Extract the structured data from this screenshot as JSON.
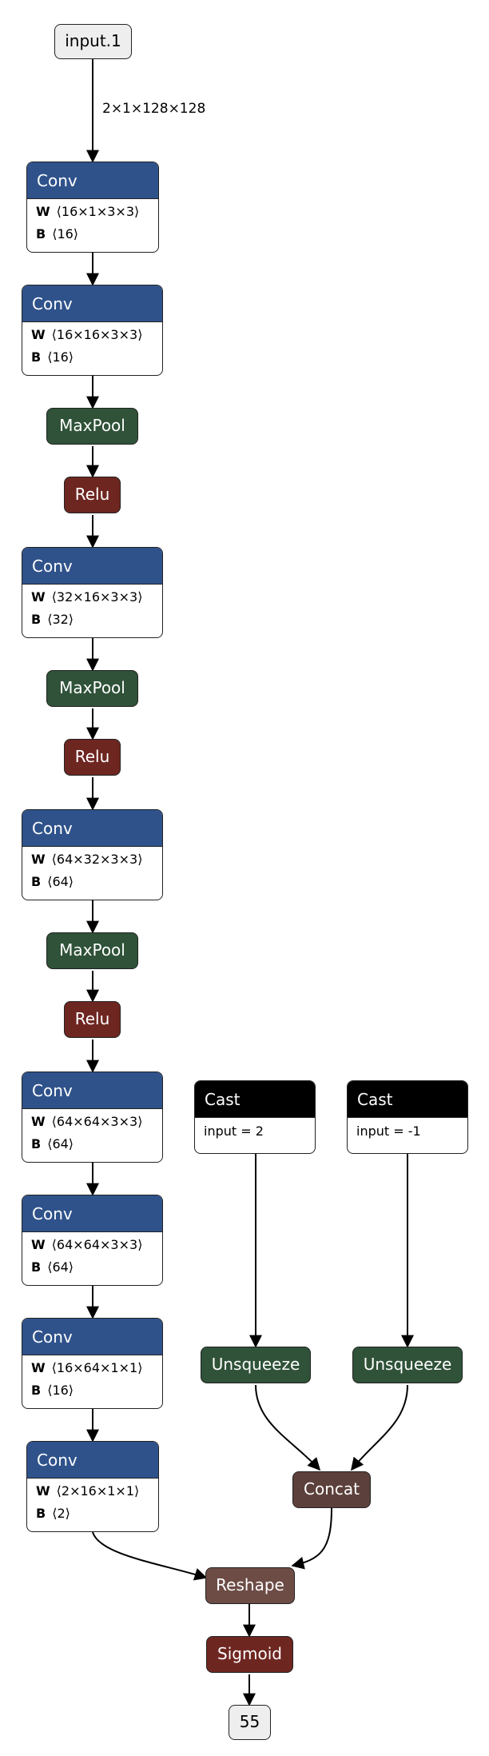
{
  "graph": {
    "input": "input.1",
    "input_shape": "2×1×128×128",
    "output": "55",
    "convs": [
      {
        "label": "Conv",
        "w": "⟨16×1×3×3⟩",
        "b": "⟨16⟩"
      },
      {
        "label": "Conv",
        "w": "⟨16×16×3×3⟩",
        "b": "⟨16⟩"
      },
      {
        "label": "Conv",
        "w": "⟨32×16×3×3⟩",
        "b": "⟨32⟩"
      },
      {
        "label": "Conv",
        "w": "⟨64×32×3×3⟩",
        "b": "⟨64⟩"
      },
      {
        "label": "Conv",
        "w": "⟨64×64×3×3⟩",
        "b": "⟨64⟩"
      },
      {
        "label": "Conv",
        "w": "⟨64×64×3×3⟩",
        "b": "⟨64⟩"
      },
      {
        "label": "Conv",
        "w": "⟨16×64×1×1⟩",
        "b": "⟨16⟩"
      },
      {
        "label": "Conv",
        "w": "⟨2×16×1×1⟩",
        "b": "⟨2⟩"
      }
    ],
    "attr_w": "W",
    "attr_b": "B",
    "maxpool": "MaxPool",
    "relu": "Relu",
    "casts": [
      {
        "label": "Cast",
        "attr": "input = 2"
      },
      {
        "label": "Cast",
        "attr": "input = -1"
      }
    ],
    "unsqueeze": "Unsqueeze",
    "concat": "Concat",
    "reshape": "Reshape",
    "sigmoid": "Sigmoid"
  },
  "colors": {
    "conv": "#2f528b",
    "pool": "#2f5238",
    "relu": "#6e2621",
    "concat": "#5c403b",
    "reshape": "#6d4c46",
    "cast": "#000000",
    "io": "#eeeeee"
  }
}
